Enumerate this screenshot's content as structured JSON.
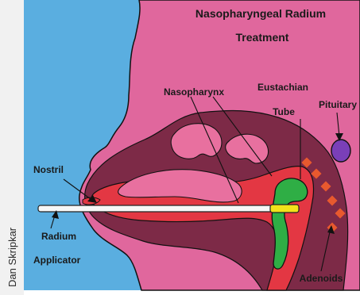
{
  "title": {
    "line1": "Nasopharyngeal Radium",
    "line2": "Treatment"
  },
  "labels": {
    "nasopharynx": "Nasopharynx",
    "eustachian_1": "Eustachian",
    "eustachian_2": "Tube",
    "pituitary": "Pituitary",
    "nostril": "Nostril",
    "radium_1": "Radium",
    "radium_2": "Applicator",
    "adenoids": "Adenoids"
  },
  "credit": "Dan Skripkar",
  "colors": {
    "background_blue": "#5aaee0",
    "skin_pink": "#e0679d",
    "tissue_maroon": "#7d2a47",
    "cavity_red": "#e33743",
    "turbinate_pink": "#e8709f",
    "tube_green": "#2fae45",
    "pituitary_purple": "#7a3fb8",
    "adenoid_orange": "#e8592e",
    "applicator_tip_yellow": "#f2e21a",
    "credit_strip": "#f1f1f1"
  }
}
